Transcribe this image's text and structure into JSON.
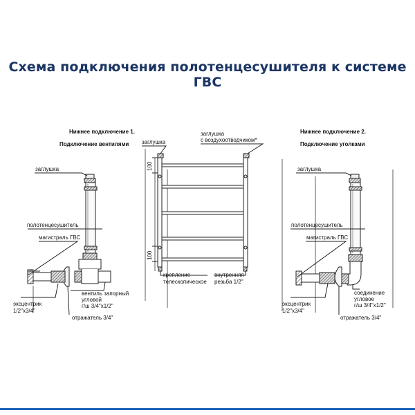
{
  "title": "Схема подключения полотенцесушителя к системе ГВС",
  "left": {
    "heading_1": "Нижнее подключение 1.",
    "heading_2": "Подключение вентилями",
    "label_plug": "заглушка",
    "label_dryer": "полотенцесушитель",
    "label_main": "магистраль ГВС",
    "label_eccentric_1": "эксцентрик",
    "label_eccentric_2": "1/2\"x3/4\"",
    "label_valve_1": "вентиль запорный",
    "label_valve_2": "угловой",
    "label_valve_3": "г/ш 3/4\"x1/2\"",
    "label_reflector": "отражатель 3/4\""
  },
  "center": {
    "label_plug": "заглушка",
    "label_plug_vent_1": "заглушка",
    "label_plug_vent_2": "с воздухоотводчиком*",
    "dim_top": "100",
    "dim_bottom": "100",
    "label_mount_1": "крепление",
    "label_mount_2": "телескопическое",
    "label_thread_1": "внутренняя",
    "label_thread_2": "резьба 1/2\""
  },
  "right": {
    "heading_1": "Нижнее подключение 2.",
    "heading_2": "Подключение уголками",
    "label_plug": "заглушка",
    "label_dryer": "полотенцесушитель",
    "label_main": "магистраль ГВС",
    "label_eccentric_1": "эксцентрик",
    "label_eccentric_2": "1/2\"x3/4\"",
    "label_joint_1": "соединение",
    "label_joint_2": "угловое",
    "label_joint_3": "г/ш 3/4\"x1/2\"",
    "label_reflector": "отражатель 3/4\""
  },
  "colors": {
    "title": "#1b3563",
    "footer_line": "#1e63b8",
    "line": "#222222"
  }
}
